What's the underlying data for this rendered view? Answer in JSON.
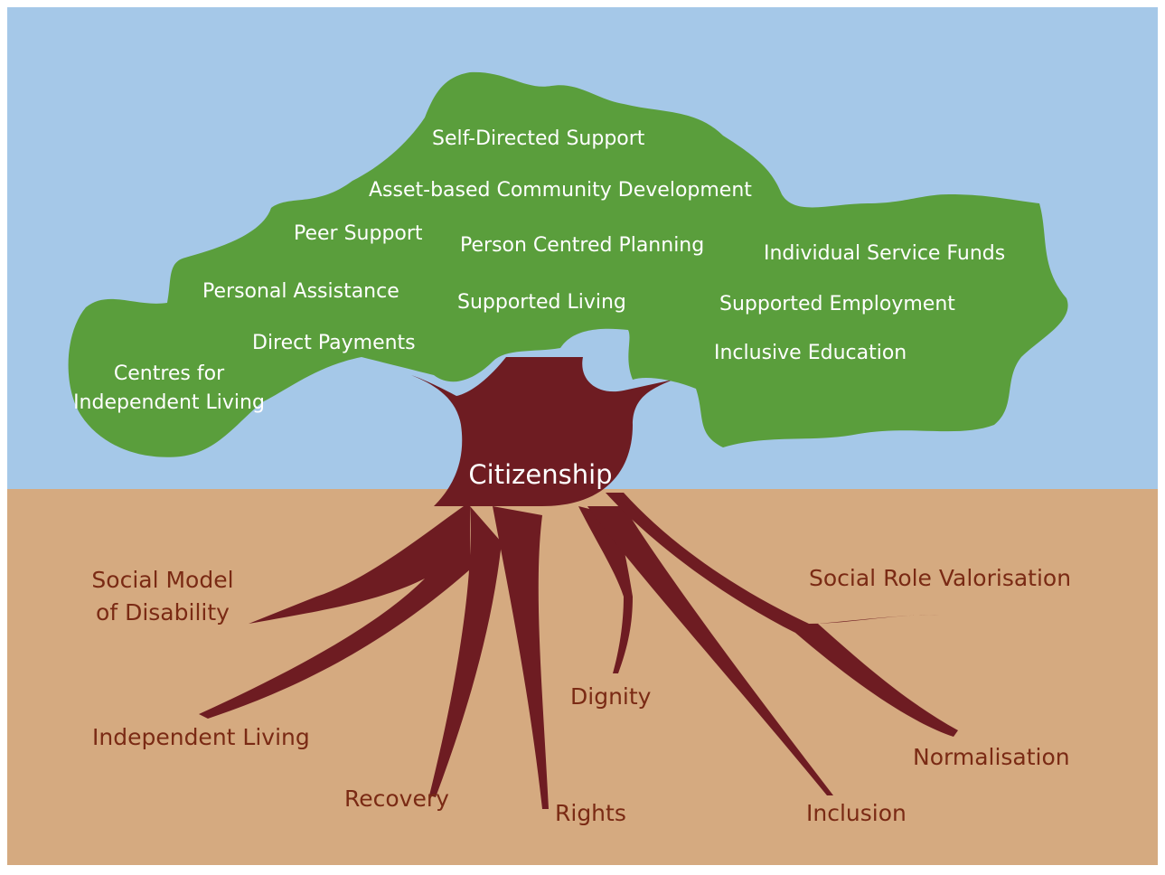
{
  "colors": {
    "sky": "#a5c8e8",
    "soil": "#d5aa80",
    "canopy": "#5a9e3c",
    "trunk": "#6e1c22",
    "leaf_text": "#ffffff",
    "root_text": "#7a2a14"
  },
  "trunk_label": "Citizenship",
  "canopy": {
    "self_directed_support": "Self-Directed Support",
    "asset_based_community_development": "Asset-based Community Development",
    "peer_support": "Peer Support",
    "person_centred_planning": "Person Centred Planning",
    "individual_service_funds": "Individual Service Funds",
    "personal_assistance": "Personal Assistance",
    "supported_living": "Supported Living",
    "supported_employment": "Supported Employment",
    "direct_payments": "Direct Payments",
    "inclusive_education": "Inclusive Education",
    "centres_for_independent_living_line1": "Centres for",
    "centres_for_independent_living_line2": "Independent Living"
  },
  "roots": {
    "social_model_line1": "Social Model",
    "social_model_line2": "of Disability",
    "independent_living": "Independent Living",
    "recovery": "Recovery",
    "rights": "Rights",
    "dignity": "Dignity",
    "inclusion": "Inclusion",
    "normalisation": "Normalisation",
    "social_role_valorisation": "Social Role Valorisation"
  }
}
